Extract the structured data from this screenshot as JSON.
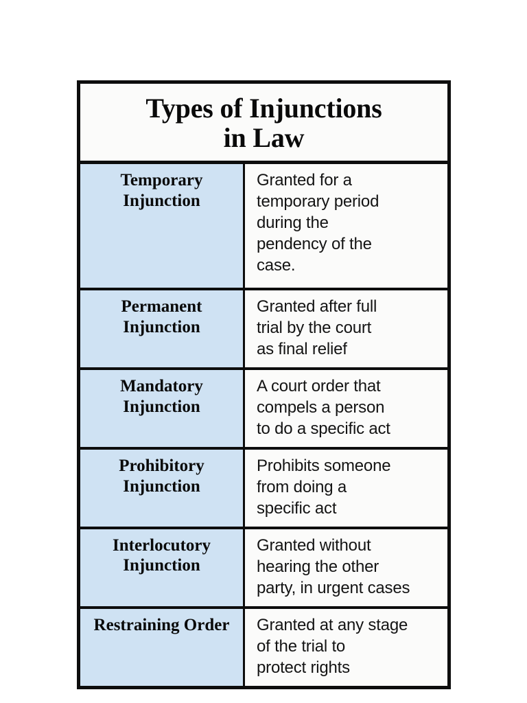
{
  "page": {
    "background_color": "#ffffff",
    "border_color": "#0d0d0d",
    "type_cell_color": "#cfe2f3",
    "desc_cell_color": "#fbfbfa"
  },
  "table": {
    "title": "Types of Injunctions\nin Law",
    "rows": [
      {
        "type": "Temporary\nInjunction",
        "description": "Granted for a\ntemporary period\nduring the\npendency of the\ncase."
      },
      {
        "type": "Permanent\nInjunction",
        "description": "Granted after full\ntrial by the court\nas final relief"
      },
      {
        "type": "Mandatory\nInjunction",
        "description": "A court order that\ncompels a person\nto do a specific act"
      },
      {
        "type": "Prohibitory\nInjunction",
        "description": "Prohibits someone\nfrom doing a\nspecific act"
      },
      {
        "type": "Interlocutory\nInjunction",
        "description": "Granted without\nhearing the other\nparty, in urgent cases"
      },
      {
        "type": "Restraining Order",
        "description": "Granted at any stage\nof the trial to\nprotect rights"
      }
    ]
  }
}
